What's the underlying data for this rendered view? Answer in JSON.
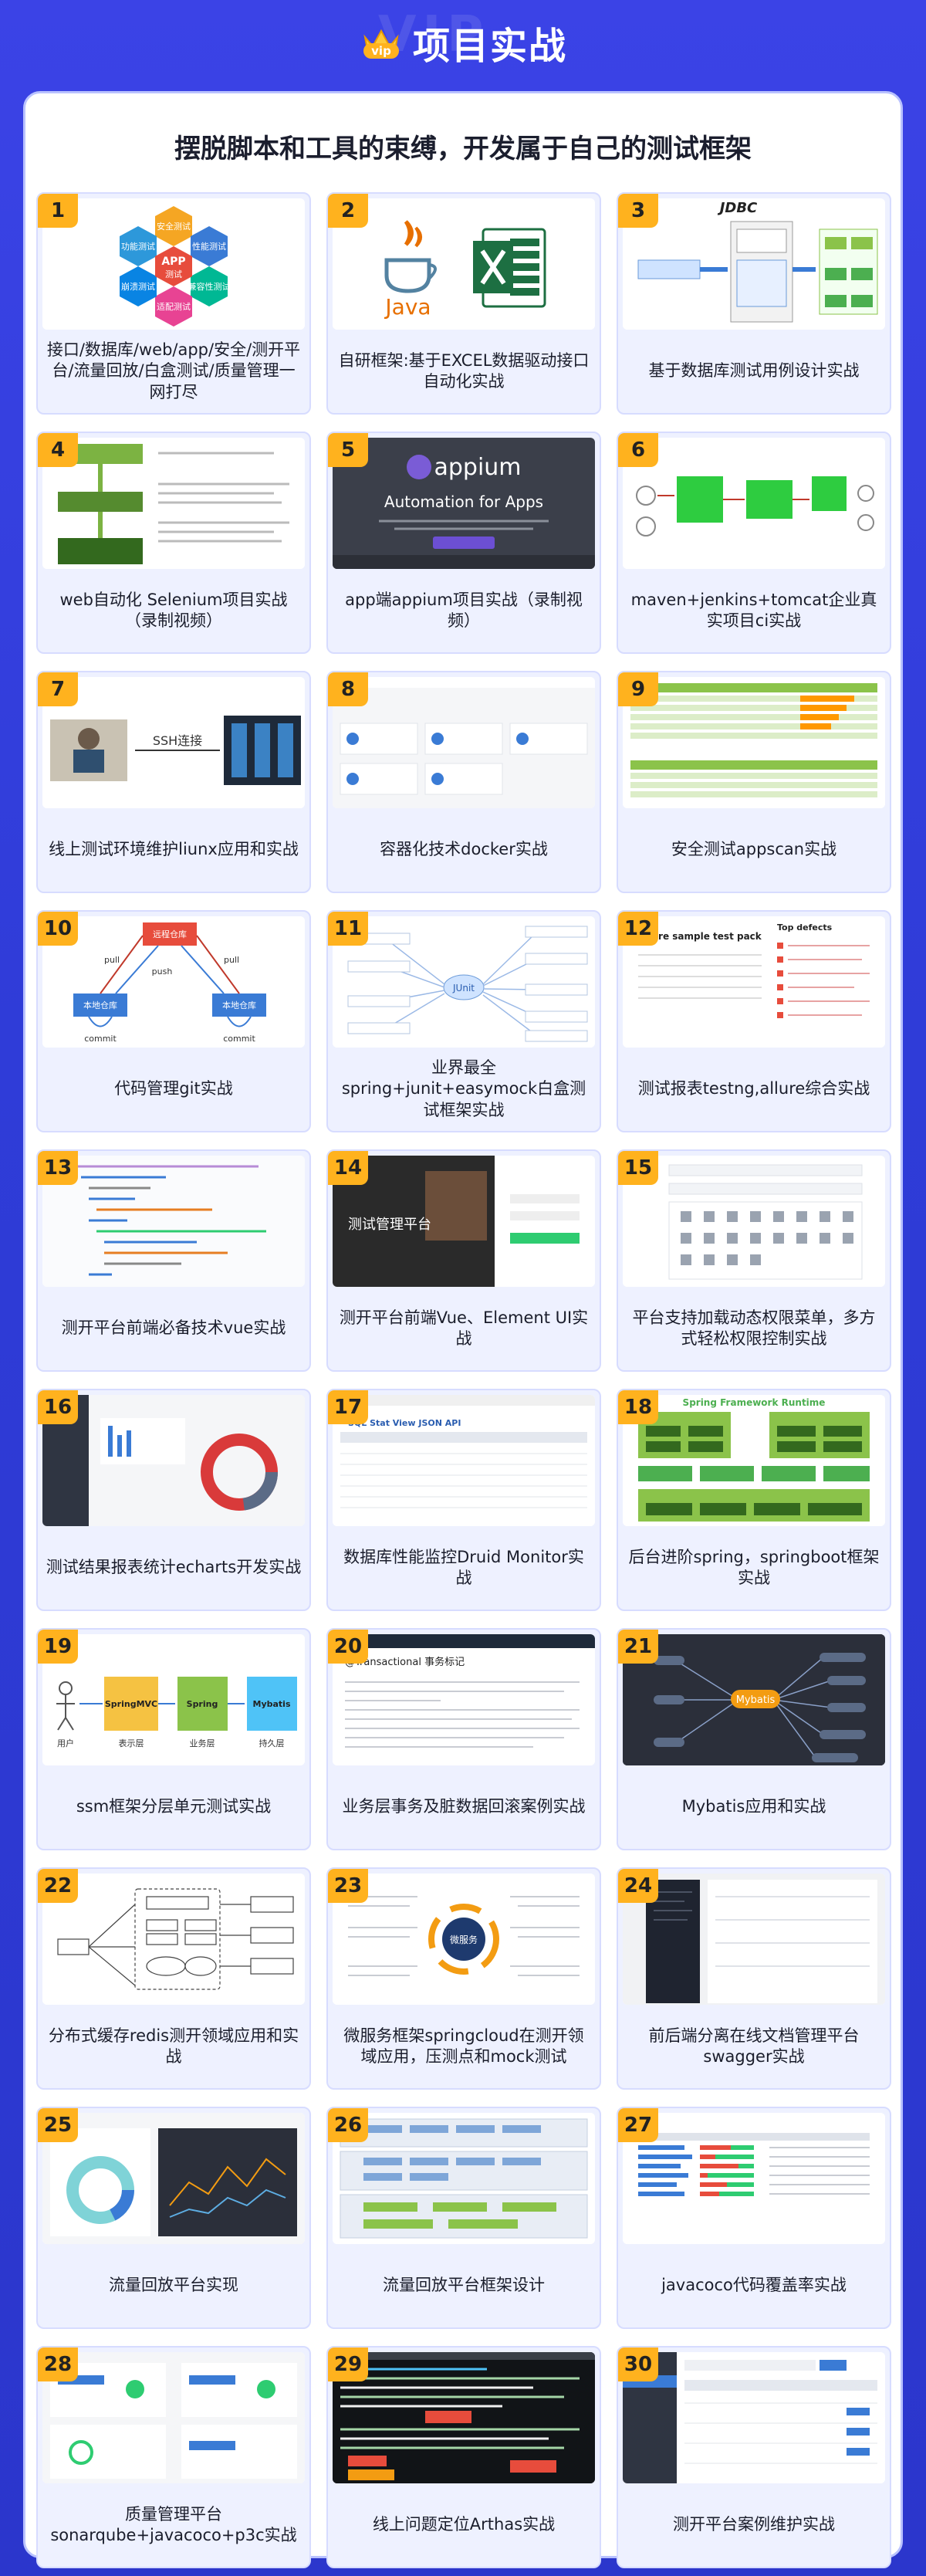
{
  "header": {
    "watermark": "VIP",
    "title": "项目实战",
    "badge": "vip"
  },
  "subtitle": "摆脱脚本和工具的束缚，开发属于自己的测试框架",
  "thumb_text": {
    "t1_center_top": "APP",
    "t1_center_bottom": "测试",
    "t1_hex": [
      "安全测试",
      "性能测试",
      "兼容性测试",
      "适配测试",
      "崩溃测试",
      "功能测试"
    ],
    "t2_java": "Java",
    "t3_title": "JDBC",
    "t5_logo": "appium",
    "t5_head": "Automation for Apps",
    "t7_ssh": "SSH连接",
    "t10_labels": [
      "远程仓库",
      "本地仓库",
      "本地仓库",
      "pull",
      "push",
      "pull",
      "commit",
      "commit"
    ],
    "t11_center": "JUnit",
    "t12_title": "Allure sample test pack",
    "t12_right": "Top defects",
    "t14_title": "测试管理平台",
    "t18_title": "Spring Framework Runtime",
    "t19_labels": [
      "SpringMVC",
      "Spring",
      "Mybatis",
      "用户",
      "表示层",
      "业务层",
      "持久层"
    ],
    "t20_head": "@Transactional 事务标记",
    "t21_center": "Mybatis",
    "t23_center": "微服务"
  },
  "cards": [
    {
      "num": "1",
      "label": "接口/数据库/web/app/安全/测开平台/流量回放/白盒测试/质量管理一网打尽"
    },
    {
      "num": "2",
      "label": "自研框架:基于EXCEL数据驱动接口自动化实战"
    },
    {
      "num": "3",
      "label": "基于数据库测试用例设计实战"
    },
    {
      "num": "4",
      "label": "web自动化 Selenium项目实战（录制视频）"
    },
    {
      "num": "5",
      "label": "app端appium项目实战（录制视频）"
    },
    {
      "num": "6",
      "label": "maven+jenkins+tomcat企业真实项目ci实战"
    },
    {
      "num": "7",
      "label": "线上测试环境维护liunx应用和实战"
    },
    {
      "num": "8",
      "label": "容器化技术docker实战"
    },
    {
      "num": "9",
      "label": "安全测试appscan实战"
    },
    {
      "num": "10",
      "label": "代码管理git实战"
    },
    {
      "num": "11",
      "label": "业界最全spring+junit+easymock白盒测试框架实战"
    },
    {
      "num": "12",
      "label": "测试报表testng,allure综合实战"
    },
    {
      "num": "13",
      "label": "测开平台前端必备技术vue实战"
    },
    {
      "num": "14",
      "label": "测开平台前端Vue、Element UI实战"
    },
    {
      "num": "15",
      "label": "平台支持加载动态权限菜单，多方式轻松权限控制实战"
    },
    {
      "num": "16",
      "label": "测试结果报表统计echarts开发实战"
    },
    {
      "num": "17",
      "label": "数据库性能监控Druid Monitor实战"
    },
    {
      "num": "18",
      "label": "后台进阶spring，springboot框架实战"
    },
    {
      "num": "19",
      "label": "ssm框架分层单元测试实战"
    },
    {
      "num": "20",
      "label": "业务层事务及脏数据回滚案例实战"
    },
    {
      "num": "21",
      "label": "Mybatis应用和实战"
    },
    {
      "num": "22",
      "label": "分布式缓存redis测开领域应用和实战"
    },
    {
      "num": "23",
      "label": "微服务框架springcloud在测开领域应用，压测点和mock测试"
    },
    {
      "num": "24",
      "label": "前后端分离在线文档管理平台swagger实战"
    },
    {
      "num": "25",
      "label": "流量回放平台实现"
    },
    {
      "num": "26",
      "label": "流量回放平台框架设计"
    },
    {
      "num": "27",
      "label": "javacoco代码覆盖率实战"
    },
    {
      "num": "28",
      "label": "质量管理平台sonarqube+javacoco+p3c实战"
    },
    {
      "num": "29",
      "label": "线上问题定位Arthas实战"
    },
    {
      "num": "30",
      "label": "测开平台案例维护实战"
    }
  ],
  "colors": {
    "background": "#3b43e6",
    "badge": "#ffb21e",
    "card_bg": "#eef1ff"
  }
}
